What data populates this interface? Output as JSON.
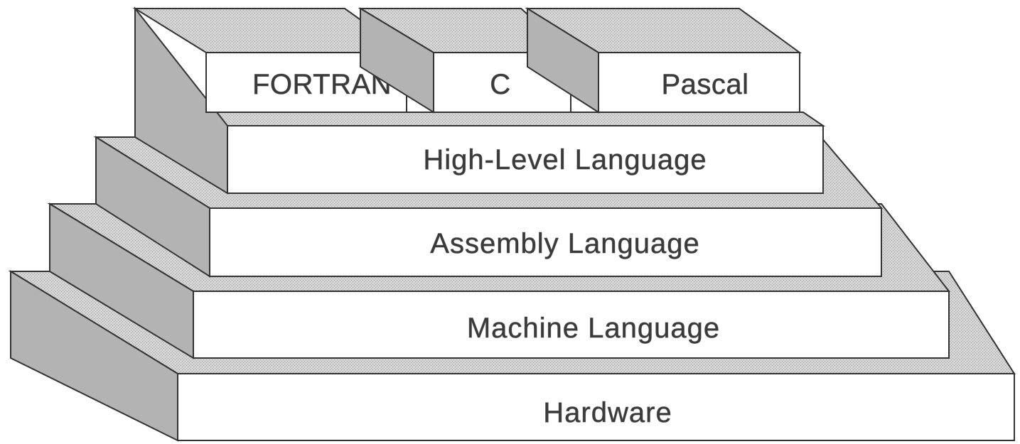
{
  "diagram": {
    "layers": {
      "hardware": "Hardware",
      "machine": "Machine Language",
      "assembly": "Assembly Language",
      "high_level": "High-Level Language"
    },
    "languages": {
      "fortran": "FORTRAN",
      "c": "C",
      "pascal": "Pascal"
    },
    "colors": {
      "front_face": "#ffffff",
      "side_face": "#b4b4b4",
      "top_face": "#d2d2d2",
      "outline": "#333333"
    }
  }
}
